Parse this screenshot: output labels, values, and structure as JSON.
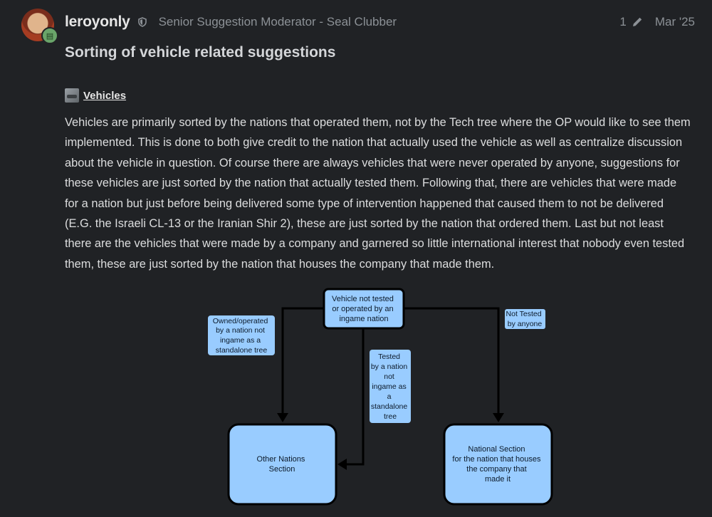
{
  "post": {
    "username": "leroyonly",
    "user_title": "Senior Suggestion Moderator - Seal Clubber",
    "edit_count": "1",
    "date": "Mar '25",
    "title": "Sorting of vehicle related suggestions",
    "section_label": "Vehicles",
    "body": "Vehicles are primarily sorted by the nations that operated them, not by the Tech tree where the OP would like to see them implemented. This is done to both give credit to the nation that actually used the vehicle as well as centralize discussion about the vehicle in question. Of course there are always vehicles that were never operated by anyone, suggestions for these vehicles are just sorted by the nation that actually tested them. Following that, there are vehicles that were made for a nation but just before being delivered some type of intervention happened that caused them to not be delivered (E.G. the Israeli CL-13 or the Iranian Shir 2), these are just sorted by the nation that ordered them. Last but not least there are the vehicles that were made by a company and garnered so little international interest that nobody even tested them, these are just sorted by the nation that houses the company that made them."
  },
  "icons": {
    "avatar": "avatar-image",
    "badge": "moderator-badge-icon",
    "shield": "shield-icon",
    "edit": "pencil-icon",
    "vehicle": "vehicle-icon"
  },
  "diagram": {
    "root": [
      "Vehicle not tested",
      "or operated by an",
      "ingame nation"
    ],
    "edge_left": [
      "Owned/operated",
      "by a nation not",
      "ingame as a",
      "standalone tree"
    ],
    "edge_mid": [
      "Tested",
      "by a nation",
      "not",
      "ingame as",
      "a",
      "standalone",
      "tree"
    ],
    "edge_right": [
      "Not Tested",
      "by anyone"
    ],
    "node_left": [
      "Other Nations",
      "Section"
    ],
    "node_right": [
      "National Section",
      "for the nation that houses",
      "the company that",
      "made it"
    ]
  },
  "colors": {
    "background": "#202225",
    "node_fill": "#99ccff",
    "line": "#000000"
  }
}
